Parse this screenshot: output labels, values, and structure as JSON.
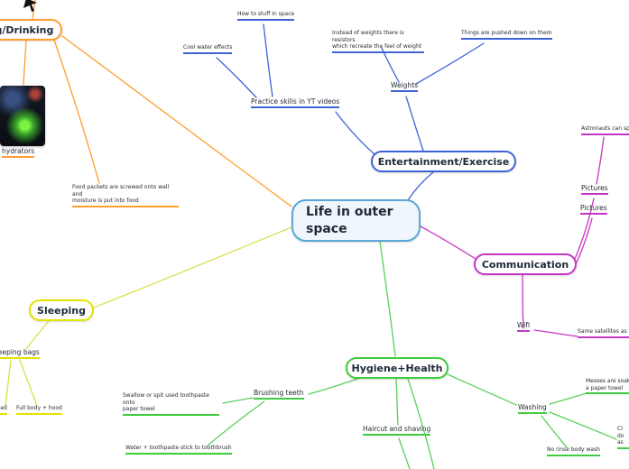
{
  "colors": {
    "blue": "#3f63d6",
    "light_blue": "#5aa7d8",
    "magenta": "#c437c4",
    "yellow": "#e3e300",
    "yellow_line": "#d9e04e",
    "green": "#3fca3f",
    "green_line": "#58d058",
    "orange": "#ff9d2e"
  },
  "center": {
    "title": "Life in outer space"
  },
  "eating": {
    "title": "Eating/Drinking",
    "photo_caption": "hydrators",
    "food_packets_line1": "Food packets are screwed onto wall and",
    "food_packets_line2": "moisture is put into food"
  },
  "entertainment": {
    "title": "Entertainment/Exercise",
    "practice": "Practice skills in YT videos",
    "how_to": "How to stuff in space",
    "cool_water": "Cool water effects",
    "weights": "Weights",
    "resistors_line1": "Instead of weights there is resistors",
    "resistors_line2": "which recreate the feel of weight",
    "pushed": "Things are pushed down on them"
  },
  "communication": {
    "title": "Communication",
    "pictures_top": "Pictures",
    "pictures_bottom": "Pictures",
    "astronauts": "Astronauts can spea",
    "wifi": "Wifi",
    "satellites": "Same satellites as w"
  },
  "sleeping": {
    "title": "Sleeping",
    "bags": "Sleeping bags",
    "left_fragment": "lled",
    "full_body": "Full body + hood"
  },
  "hygiene": {
    "title": "Hygiene+Health",
    "brushing": "Brushing teeth",
    "swallow_line1": "Swallow or spit used toothpaste onto",
    "swallow_line2": "paper towel",
    "water_stick": "Water + toothpaste stick to toothbrush",
    "haircut": "Haircut and shaving",
    "washing": "Washing",
    "messes_line1": "Messes are soake",
    "messes_line2": "a paper towel",
    "no_rinse": "No rinse body wash",
    "corner_line1": "Cl",
    "corner_line2": "do",
    "corner_line3": "as"
  }
}
